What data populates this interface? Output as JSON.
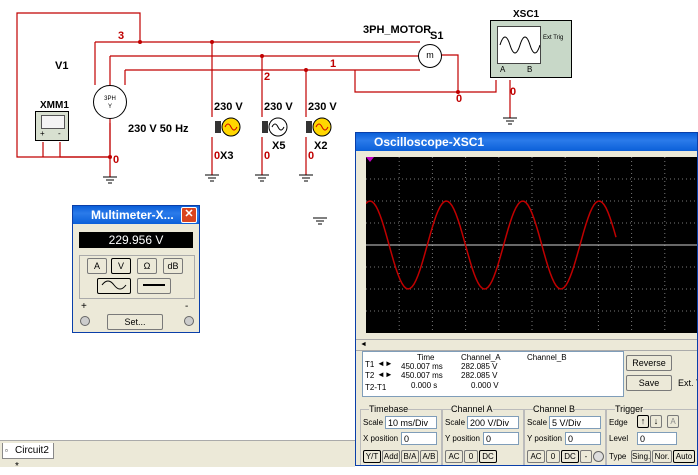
{
  "schematic": {
    "source_ref": "V1",
    "source_value": "230 V 50 Hz",
    "source_symbol": "3PH\nY",
    "nets": [
      "3",
      "2",
      "1",
      "0",
      "0",
      "0",
      "0",
      "0",
      "0"
    ],
    "motor_title": "3PH_MOTOR",
    "motor_ref": "S1",
    "lamps": [
      {
        "ref": "X3",
        "value": "230 V"
      },
      {
        "ref": "X5",
        "value": "230 V"
      },
      {
        "ref": "X2",
        "value": "230 V"
      }
    ],
    "multimeter_ref": "XMM1",
    "scope_ref": "XSC1",
    "scope_ext_trig": "Ext Trig",
    "scope_a": "A",
    "scope_b": "B"
  },
  "multimeter": {
    "title": "Multimeter-X...",
    "reading": "229.956 V",
    "modes": [
      "A",
      "V",
      "Ω",
      "dB"
    ],
    "set_label": "Set...",
    "plus": "+",
    "minus": "-"
  },
  "oscilloscope": {
    "title": "Oscilloscope-XSC1",
    "readout": {
      "headers": [
        "Time",
        "Channel_A",
        "Channel_B"
      ],
      "rows": [
        {
          "label": "T1",
          "time": "450.007 ms",
          "a": "282.085 V",
          "b": ""
        },
        {
          "label": "T2",
          "time": "450.007 ms",
          "a": "282.085 V",
          "b": ""
        },
        {
          "label": "T2-T1",
          "time": "0.000 s",
          "a": "0.000 V",
          "b": ""
        }
      ]
    },
    "reverse_label": "Reverse",
    "save_label": "Save",
    "ext_trig_label": "Ext. T",
    "timebase": {
      "title": "Timebase",
      "scale_label": "Scale",
      "scale": "10 ms/Div",
      "xpos_label": "X position",
      "xpos": "0",
      "buttons": [
        "Y/T",
        "Add",
        "B/A",
        "A/B"
      ]
    },
    "channel_a": {
      "title": "Channel A",
      "scale_label": "Scale",
      "scale": "200 V/Div",
      "ypos_label": "Y position",
      "ypos": "0",
      "buttons": [
        "AC",
        "0",
        "DC"
      ]
    },
    "channel_b": {
      "title": "Channel B",
      "scale_label": "Scale",
      "scale": "5 V/Div",
      "ypos_label": "Y position",
      "ypos": "0",
      "buttons": [
        "AC",
        "0",
        "DC",
        "-"
      ]
    },
    "trigger": {
      "title": "Trigger",
      "edge_label": "Edge",
      "level_label": "Level",
      "level": "0",
      "type_label": "Type",
      "buttons": [
        "Sing.",
        "Nor.",
        "Auto"
      ]
    },
    "trace_color": "#c00000",
    "screen_color": "#000000"
  },
  "tab": {
    "label": "Circuit2 *"
  }
}
